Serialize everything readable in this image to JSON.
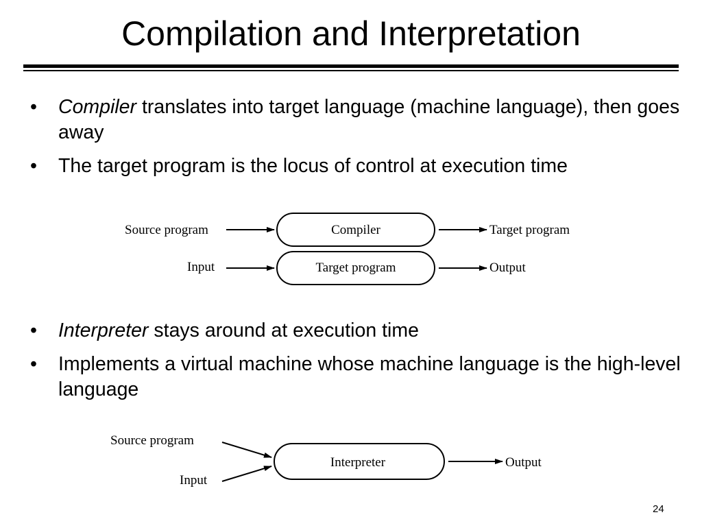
{
  "slide": {
    "title": "Compilation and Interpretation",
    "page_number": "24"
  },
  "bullets_top": [
    {
      "bullet": "•",
      "em": "Compiler",
      "text": " translates into target language (machine language), then goes away"
    },
    {
      "bullet": "•",
      "em": "",
      "text": "The target program is the locus of control at execution time"
    }
  ],
  "bullets_bottom": [
    {
      "bullet": "•",
      "em": "Interpreter",
      "text": " stays around at execution time"
    },
    {
      "bullet": "•",
      "em": "",
      "text": "Implements a virtual machine whose machine language is the high-level language"
    }
  ],
  "compile_diagram": {
    "source_program": "Source program",
    "compiler": "Compiler",
    "target_program_out": "Target program",
    "input": "Input",
    "target_program_box": "Target program",
    "output": "Output"
  },
  "interpret_diagram": {
    "source_program": "Source program",
    "input": "Input",
    "interpreter": "Interpreter",
    "output": "Output"
  },
  "colors": {
    "background": "#ffffff",
    "foreground": "#000000"
  }
}
